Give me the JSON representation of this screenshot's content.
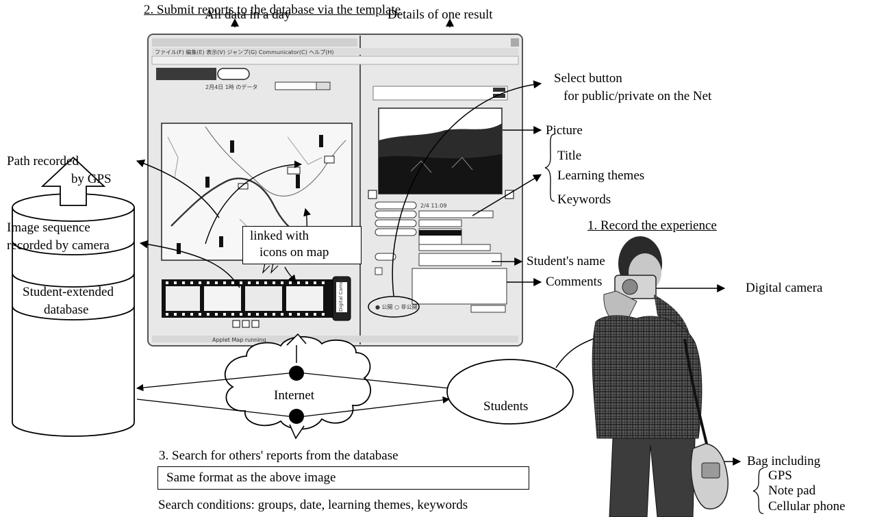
{
  "headings": {
    "submit": "2. Submit reports to the database via the template",
    "record": "1. Record the experience",
    "search": "3. Search for others' reports from the database"
  },
  "screen_panels": {
    "left_caption": "All data in a day",
    "right_caption": "Details of one result"
  },
  "left_labels": {
    "path_line1": "Path recorded",
    "path_line2": "by GPS",
    "image_line1": "Image sequence",
    "image_line2": "recorded by camera"
  },
  "callout": {
    "line1": "linked with",
    "line2": "icons on map"
  },
  "right_labels": {
    "select_line1": "Select button",
    "select_line2": "for public/private on the Net",
    "picture": "Picture",
    "title": "Title",
    "themes": "Learning themes",
    "keywords": "Keywords",
    "student_name": "Student's name",
    "comments": "Comments",
    "digital_camera": "Digital camera",
    "bag": "Bag including",
    "bag_items": [
      "GPS",
      "Note pad",
      "Cellular phone"
    ]
  },
  "database": {
    "line1": "Student-extended",
    "line2": "database"
  },
  "network": {
    "internet": "Internet",
    "students": "Students"
  },
  "search": {
    "format_box": "Same format as the above image",
    "conditions": "Search conditions: groups, date, learning themes, keywords"
  },
  "screenshot_text": {
    "menu": "ファイル(F)  編集(E)  表示(V)  ジャンプ(G)  Communicator(C)  ヘルプ(H)",
    "date_row": "2月4日 1時  のデータ",
    "footer": "Applet Map running",
    "radio": "● 公開  ○ 非公開",
    "date_value": "2/4 11:09",
    "film_label": "Digital Camera"
  }
}
